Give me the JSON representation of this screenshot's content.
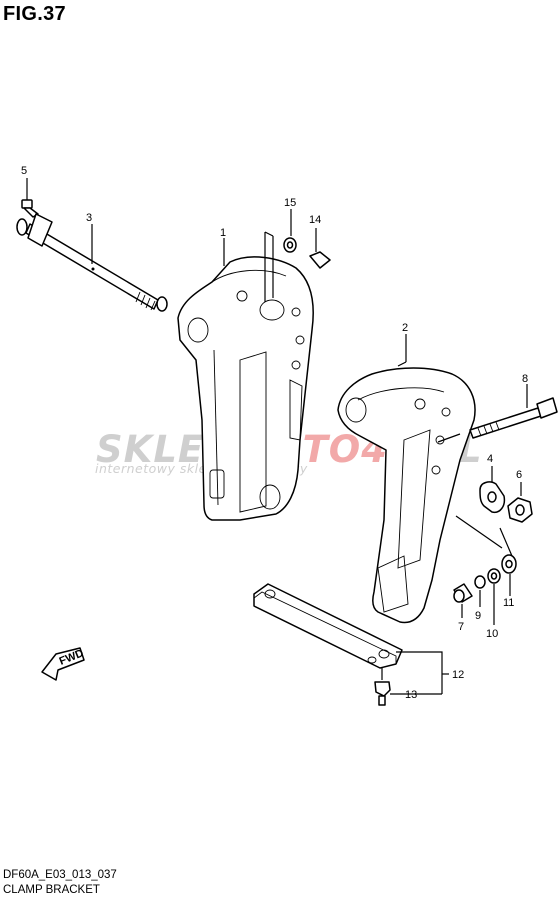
{
  "figure": {
    "title": "FIG.37",
    "model_code": "DF60A_E03_013_037",
    "name": "CLAMP BRACKET"
  },
  "watermark": {
    "brand_grey": "SKLEP",
    "brand_red": "MOTO48",
    "brand_tail": ".PL",
    "tagline": "internetowy sklep motocyklowy"
  },
  "fwd_label": "FWD",
  "callouts": [
    "1",
    "2",
    "3",
    "4",
    "5",
    "6",
    "7",
    "8",
    "9",
    "10",
    "11",
    "12",
    "13",
    "14",
    "15"
  ]
}
